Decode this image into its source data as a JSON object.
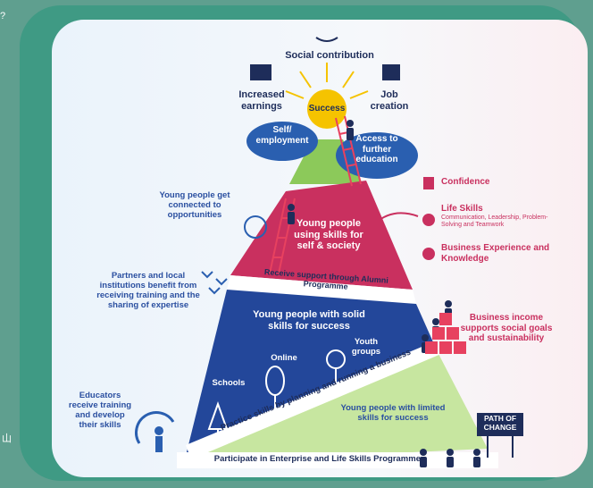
{
  "top": {
    "social": "Social contribution",
    "earnings": "Increased earnings",
    "job": "Job creation",
    "success": "Success",
    "self": "Self/ employment",
    "access": "Access to further education"
  },
  "tier_pink": {
    "label": "Young people using skills for self & society",
    "connected": "Young people get connected to opportunities",
    "alumni": "Receive support through Alumni Programme"
  },
  "right_list": {
    "confidence": "Confidence",
    "life": "Life Skills",
    "life_sub": "Communication, Leadership, Problem-Solving and Teamwork",
    "business": "Business Experience and Knowledge"
  },
  "tier_blue": {
    "label": "Young people with solid skills for success",
    "partners": "Partners and local institutions benefit from receiving training and the sharing of expertise",
    "schools": "Schools",
    "online": "Online",
    "youth": "Youth groups",
    "income": "Business income supports social goals and sustainability",
    "practice": "Practice skills by planning and running a business"
  },
  "tier_green": {
    "label": "Young people with limited skills for success",
    "educators": "Educators receive training and develop their skills",
    "path": "PATH OF CHANGE",
    "participate": "Participate in Enterprise and Life Skills Programmes"
  },
  "edge": {
    "top": "?",
    "bottom": "山"
  },
  "colors": {
    "teal": "#3f9a84",
    "navy": "#1e2d5a",
    "blue": "#2a4fa0",
    "pink": "#c9305f",
    "green": "#8cc95a",
    "sun": "#f5c300"
  }
}
